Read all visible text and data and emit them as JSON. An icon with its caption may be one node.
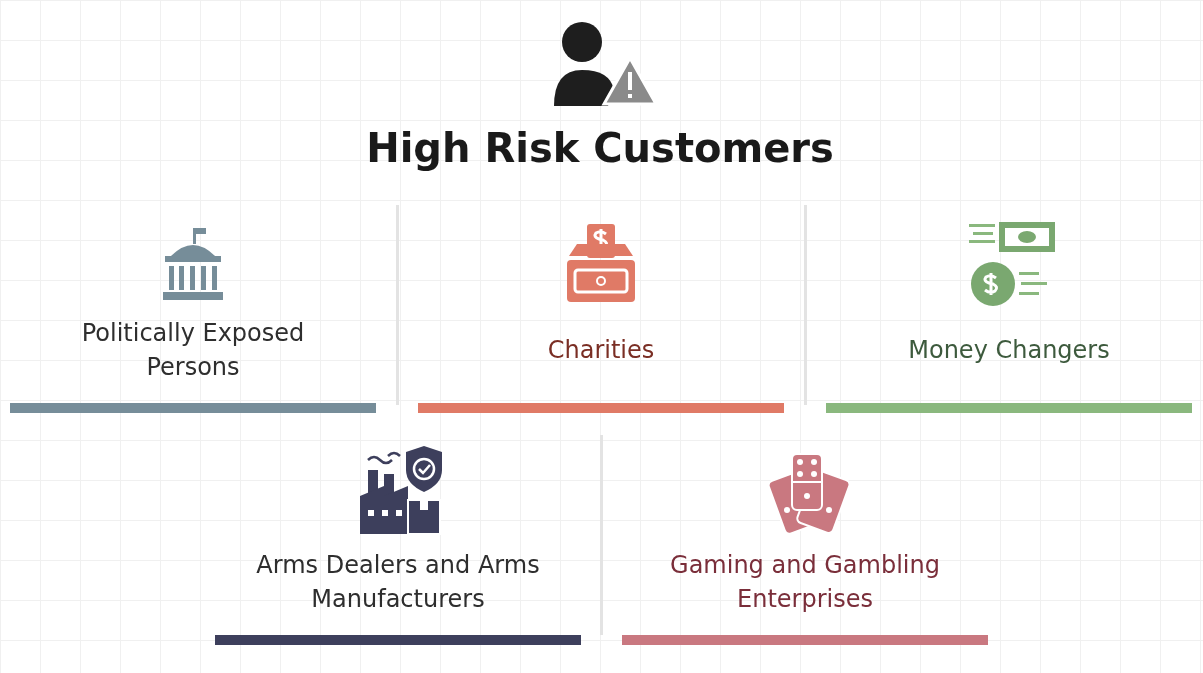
{
  "diagram": {
    "title": "High Risk Customers",
    "nodes": [
      {
        "text": [
          "Politically Exposed Persons"
        ]
      },
      {
        "text": [
          "Charities"
        ]
      },
      {
        "text": [
          "Money Changers"
        ]
      },
      {
        "text": [
          "Arms Dealers and Arms Manufacturers"
        ]
      },
      {
        "text": [
          "Gaming and Gambling Enterprises"
        ]
      }
    ],
    "edges": []
  }
}
